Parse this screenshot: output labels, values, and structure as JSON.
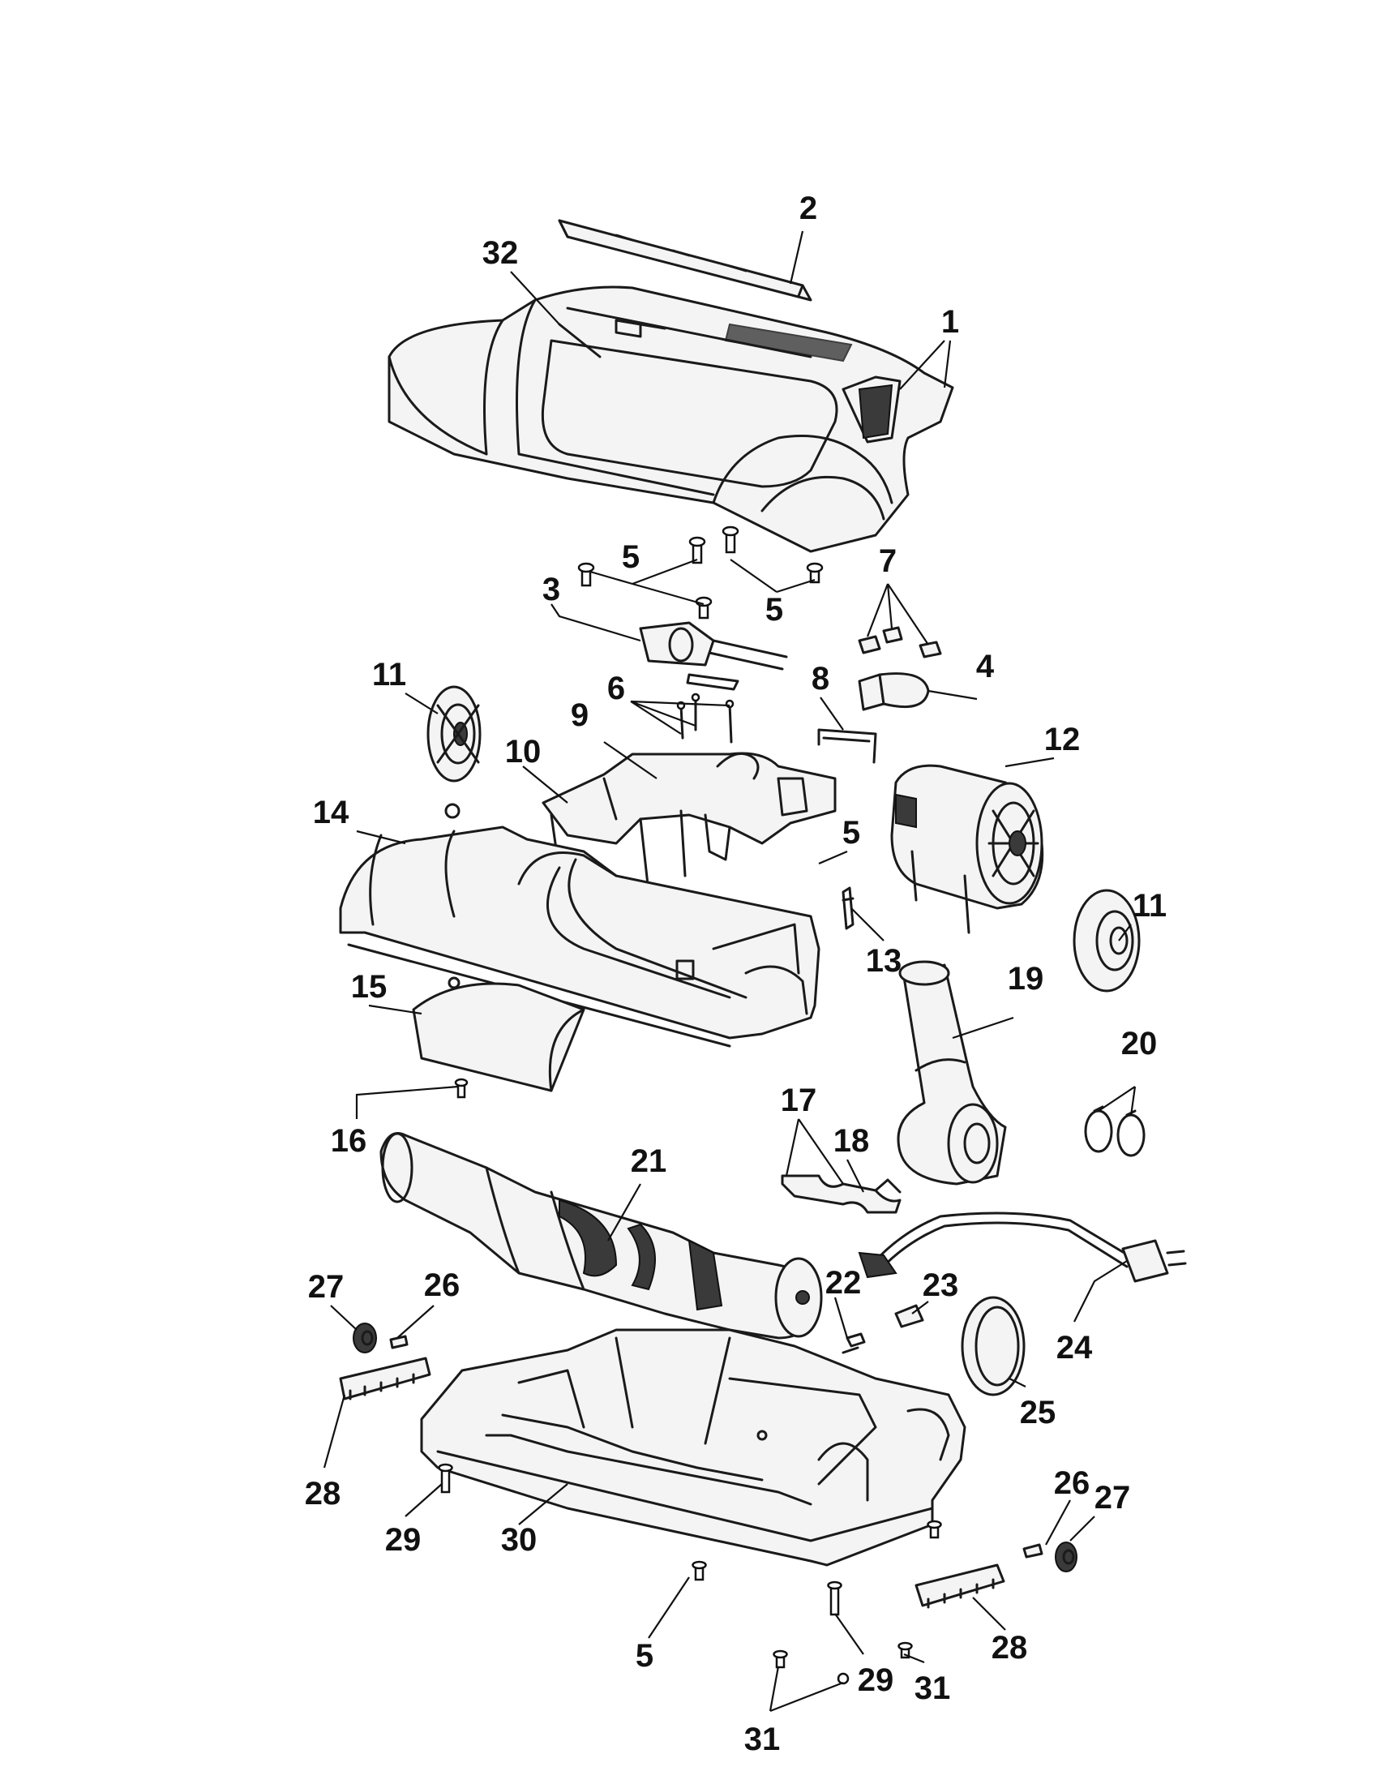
{
  "callouts": {
    "c1": "1",
    "c2": "2",
    "c3": "3",
    "c4": "4",
    "c5a": "5",
    "c5b": "5",
    "c5c": "5",
    "c5d": "5",
    "c6": "6",
    "c7": "7",
    "c8": "8",
    "c9": "9",
    "c10": "10",
    "c11a": "11",
    "c11b": "11",
    "c12": "12",
    "c13": "13",
    "c14": "14",
    "c15": "15",
    "c16": "16",
    "c17": "17",
    "c18": "18",
    "c19": "19",
    "c20": "20",
    "c21": "21",
    "c22": "22",
    "c23": "23",
    "c24": "24",
    "c25": "25",
    "c26a": "26",
    "c26b": "26",
    "c27a": "27",
    "c27b": "27",
    "c28a": "28",
    "c28b": "28",
    "c29a": "29",
    "c29b": "29",
    "c30": "30",
    "c31a": "31",
    "c31b": "31",
    "c32": "32"
  }
}
